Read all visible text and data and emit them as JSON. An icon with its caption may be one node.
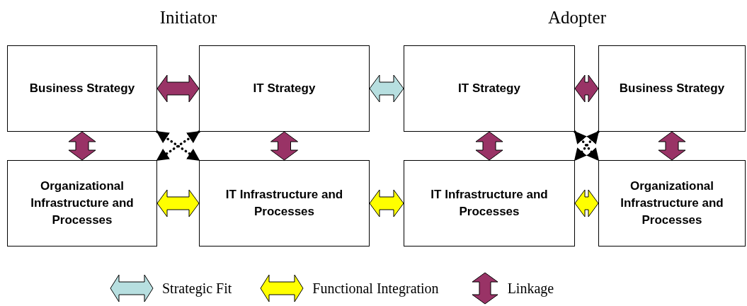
{
  "diagram": {
    "nodes": [
      {
        "text": [
          "Business Strategy"
        ]
      },
      {
        "text": [
          "IT Strategy"
        ]
      },
      {
        "text": [
          "IT Strategy"
        ]
      },
      {
        "text": [
          "Business Strategy"
        ]
      },
      {
        "text": [
          "Organizational Infrastructure and Processes"
        ]
      },
      {
        "text": [
          "IT Infrastructure and Processes"
        ]
      },
      {
        "text": [
          "IT Infrastructure and Processes"
        ]
      },
      {
        "text": [
          "Organizational Infrastructure and Processes"
        ]
      }
    ],
    "edges": [
      {
        "from": 0,
        "to": 1,
        "arrow": "both"
      },
      {
        "from": 1,
        "to": 2,
        "arrow": "both",
        "color": "#b7dfe0"
      },
      {
        "from": 2,
        "to": 3,
        "arrow": "both"
      },
      {
        "from": 0,
        "to": 4,
        "arrow": "both"
      },
      {
        "from": 1,
        "to": 5,
        "arrow": "both"
      },
      {
        "from": 2,
        "to": 6,
        "arrow": "both"
      },
      {
        "from": 3,
        "to": 7,
        "arrow": "both"
      },
      {
        "from": 4,
        "to": 5,
        "arrow": "both",
        "color": "#ffff00"
      },
      {
        "from": 5,
        "to": 6,
        "arrow": "both",
        "color": "#ffff00"
      },
      {
        "from": 6,
        "to": 7,
        "arrow": "both",
        "color": "#ffff00"
      },
      {
        "from": 0,
        "to": 5,
        "arrow": "both",
        "style": "dashed",
        "color": "#000000"
      },
      {
        "from": 1,
        "to": 4,
        "arrow": "both",
        "style": "dashed",
        "color": "#000000"
      },
      {
        "from": 2,
        "to": 7,
        "arrow": "both",
        "style": "dashed",
        "color": "#000000"
      },
      {
        "from": 3,
        "to": 6,
        "arrow": "both",
        "style": "dashed",
        "color": "#000000"
      }
    ],
    "labels": [
      "Initiator",
      "Adopter"
    ],
    "legend": [
      {
        "text": "Strategic Fit",
        "color": "#b7dfe0"
      },
      {
        "text": "Functional Integration",
        "color": "#ffff00"
      },
      {
        "text": "Linkage",
        "color": "#993366"
      }
    ]
  }
}
